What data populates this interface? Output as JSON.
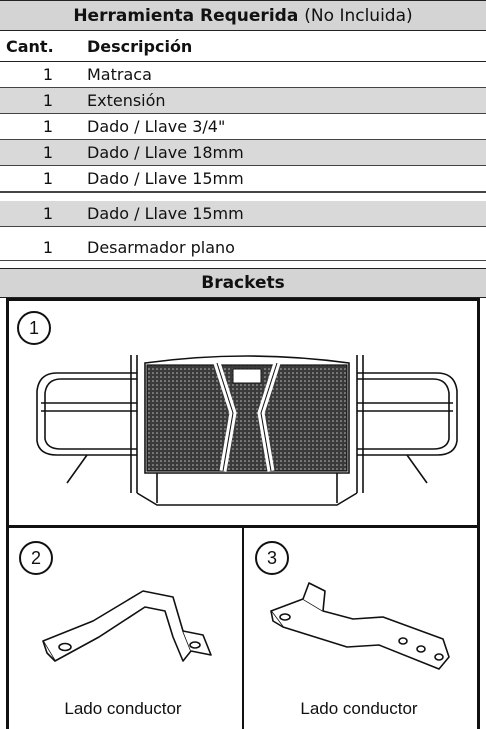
{
  "tools": {
    "title_bold": "Herramienta Requerida",
    "title_normal": "(No Incluida)",
    "col_qty": "Cant.",
    "col_desc": "Descripción",
    "rows": [
      {
        "qty": "1",
        "desc": "Matraca"
      },
      {
        "qty": "1",
        "desc": "Extensión"
      },
      {
        "qty": "1",
        "desc": "Dado / Llave 3/4\""
      },
      {
        "qty": "1",
        "desc": "Dado / Llave 18mm"
      },
      {
        "qty": "1",
        "desc": "Dado / Llave 15mm"
      },
      {
        "qty": "1",
        "desc": "Desarmador plano"
      }
    ]
  },
  "brackets": {
    "title": "Brackets",
    "items": [
      {
        "number": "1",
        "caption": ""
      },
      {
        "number": "2",
        "caption": "Lado conductor"
      },
      {
        "number": "3",
        "caption": "Lado conductor"
      }
    ]
  }
}
